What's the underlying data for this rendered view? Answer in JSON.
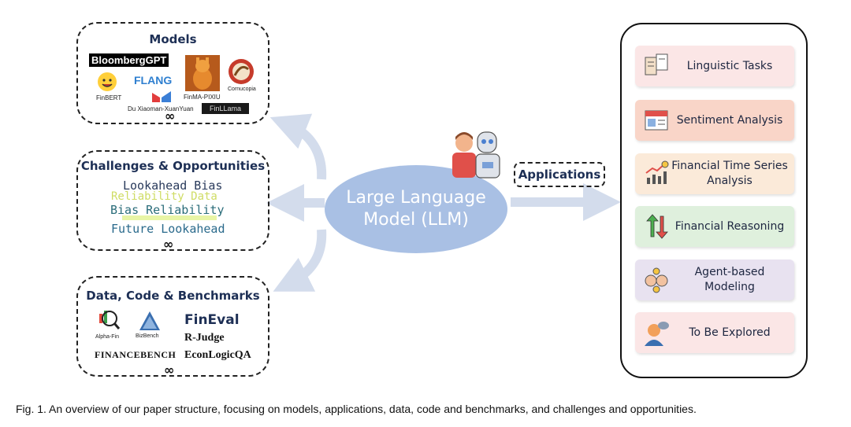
{
  "models": {
    "title": "Models",
    "logos": {
      "bloomberggpt": "BloombergGPT",
      "flang": "FLANG",
      "finbert": "FinBERT",
      "finma": "FinMA-PIXIU",
      "cornucopia": "Cornucopia",
      "duxiaoman": "Du Xiaoman-XuanYuan",
      "finllama": "FinLLama"
    },
    "more": "∞"
  },
  "challenges": {
    "title": "Challenges & Opportunities",
    "words": {
      "lookahead_bias": "Lookahead Bias",
      "reliability_data": "Reliability Data",
      "bias_reliability": "Bias Reliability",
      "future_lookahead": "Future Lookahead"
    },
    "more": "∞"
  },
  "data": {
    "title": "Data, Code & Benchmarks",
    "logos": {
      "alphafin": "Alpha-Fin",
      "bizbench": "BizBench",
      "fineval": "FinEval",
      "rjudge": "R-Judge",
      "financebench": "FINANCEBENCH",
      "econlogicqa": "EconLogicQA"
    },
    "more": "∞"
  },
  "center": {
    "line1": "Large Language",
    "line2": "Model (LLM)"
  },
  "applications_label": "Applications",
  "applications": [
    {
      "label": "Linguistic Tasks",
      "icon": "document-pages-icon",
      "color": "#fbe6e6"
    },
    {
      "label": "Sentiment Analysis",
      "icon": "news-icon",
      "color": "#f9d5c8"
    },
    {
      "label": "Financial Time Series Analysis",
      "icon": "chart-growth-icon",
      "color": "#fbead9"
    },
    {
      "label": "Financial Reasoning",
      "icon": "buy-sell-icon",
      "color": "#dff0dd"
    },
    {
      "label": "Agent-based Modeling",
      "icon": "agents-icon",
      "color": "#e8e2f0"
    },
    {
      "label": "To Be Explored",
      "icon": "person-idea-icon",
      "color": "#fbe6e6"
    }
  ],
  "caption": "Fig. 1. An overview of our paper structure, focusing on models, applications, data, code and benchmarks, and challenges and opportunities."
}
